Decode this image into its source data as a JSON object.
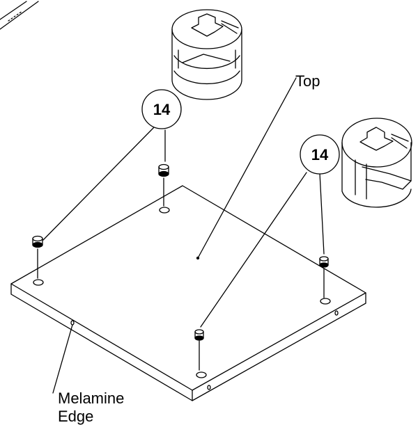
{
  "labels": {
    "top": "Top",
    "edge_line1": "Melamine",
    "edge_line2": "Edge"
  },
  "callouts": [
    {
      "number": "14"
    },
    {
      "number": "14"
    }
  ],
  "parts": {
    "panel": "top-panel",
    "fastener": "cam-lock",
    "fastener_count": 4
  }
}
